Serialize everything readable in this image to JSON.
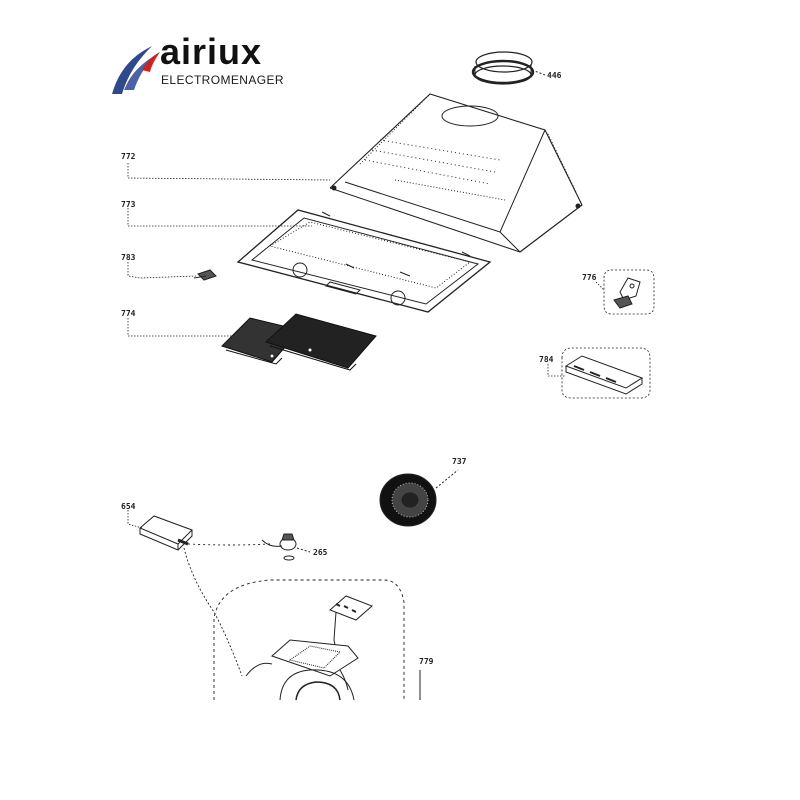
{
  "brand": {
    "name": "airiux",
    "subtitle": "ELECTROMENAGER"
  },
  "parts": [
    {
      "ref": "446",
      "part": "outlet-collar"
    },
    {
      "ref": "772",
      "part": "hood-body"
    },
    {
      "ref": "773",
      "part": "hood-bottom-frame"
    },
    {
      "ref": "783",
      "part": "clip"
    },
    {
      "ref": "774",
      "part": "grease-filters"
    },
    {
      "ref": "776",
      "part": "bracket"
    },
    {
      "ref": "784",
      "part": "switch-panel"
    },
    {
      "ref": "737",
      "part": "carbon-filter"
    },
    {
      "ref": "654",
      "part": "connector-box"
    },
    {
      "ref": "265",
      "part": "lamp-holder"
    },
    {
      "ref": "779",
      "part": "motor-assembly"
    }
  ],
  "colors": {
    "ink": "#222222",
    "logo_blue": "#2f4a8a",
    "logo_red": "#cc2222"
  }
}
